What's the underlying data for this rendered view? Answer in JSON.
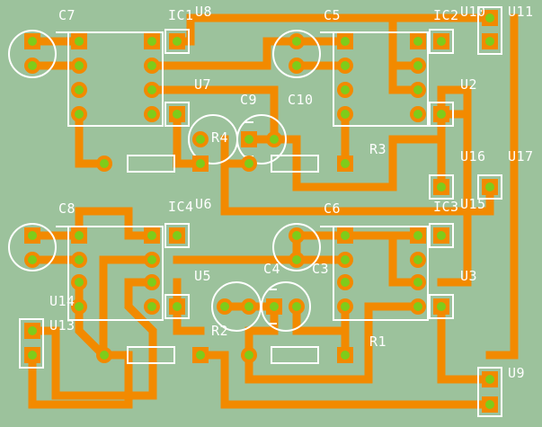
{
  "colors": {
    "board": "#9cc29c",
    "trace": "#f28a00",
    "pad": "#f28a00",
    "hole": "#7ecc1a",
    "silk": "#ffffff"
  },
  "labels": {
    "C7": "C7",
    "IC1": "IC1",
    "U8": "U8",
    "C5": "C5",
    "IC2": "IC2",
    "U10": "U10",
    "U11": "U11",
    "U7": "U7",
    "C9": "C9",
    "C10": "C10",
    "U2": "U2",
    "R4": "R4",
    "R3": "R3",
    "U16": "U16",
    "U17": "U17",
    "C8": "C8",
    "IC4": "IC4",
    "U6": "U6",
    "C6": "C6",
    "IC3": "IC3",
    "U15": "U15",
    "C4": "C4",
    "C3": "C3",
    "U5": "U5",
    "U3": "U3",
    "U14": "U14",
    "U13": "U13",
    "R2": "R2",
    "R1": "R1",
    "U9": "U9"
  }
}
